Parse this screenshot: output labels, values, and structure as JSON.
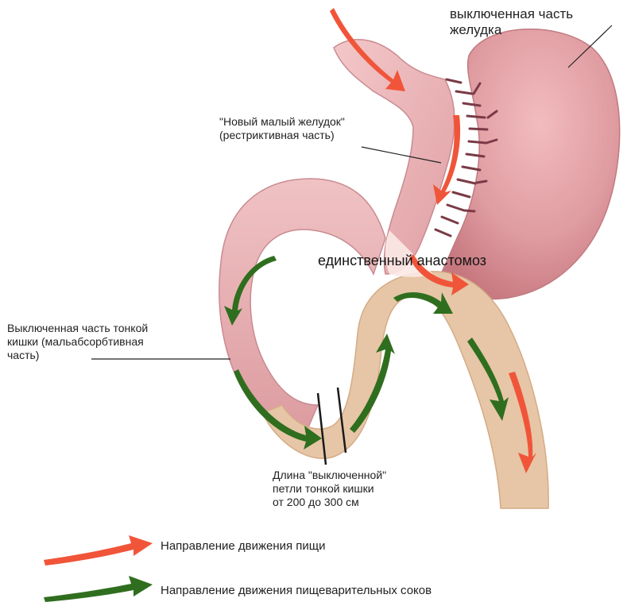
{
  "labels": {
    "excluded_stomach": {
      "line1": "выключенная часть",
      "line2": "желудка"
    },
    "new_small_stomach": {
      "line1": "\"Новый малый желудок\"",
      "line2": "(рестриктивная часть)"
    },
    "anastomosis": "единственный анастомоз",
    "excluded_intestine": {
      "line1": "Выключенная часть тонкой",
      "line2": "кишки (мальабсорбтивная",
      "line3": "часть)"
    },
    "loop_length": {
      "line1": "Длина \"выключенной\"",
      "line2": "петли тонкой кишки",
      "line3": "от 200 до 300 см"
    }
  },
  "legend": {
    "food": {
      "label": "Направление движения пищи",
      "color": "#f0553a"
    },
    "juices": {
      "label": "Направление движения пищеварительных соков",
      "color": "#2f6e1f"
    }
  },
  "colors": {
    "stomach": "#e3a7aa",
    "stomach_dark": "#c97a80",
    "staple": "#7a3a46",
    "intestine_limb": "#e8b4b5",
    "common_limb": "#e6c6a6"
  }
}
